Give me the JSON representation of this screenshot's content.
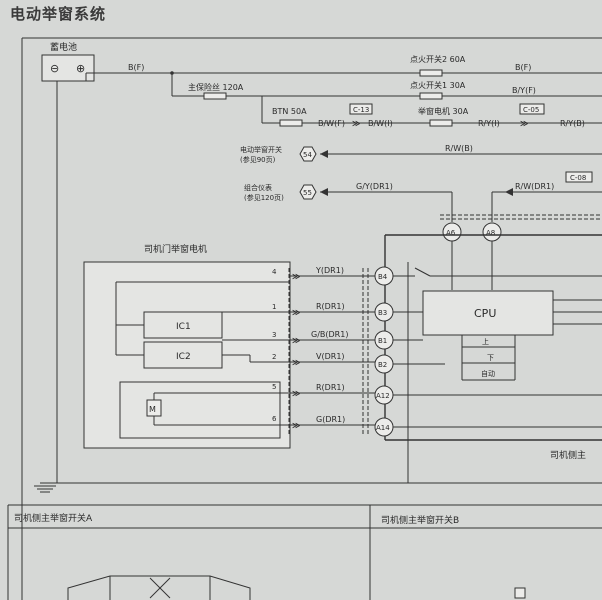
{
  "title": "电动举窗系统",
  "battery": {
    "label": "蓄电池",
    "neg": "⊖",
    "pos": "⊕"
  },
  "fuses": {
    "main": "主保险丝 120A",
    "ign2": "点火开关2 60A",
    "ign1": "点火开关1 30A",
    "btn": "BTN 50A",
    "motor": "举窗电机 30A"
  },
  "wires": {
    "bf1": "B(F)",
    "bf2": "B(F)",
    "by_f": "B/Y(F)",
    "bw_f": "B/W(F)",
    "bw_i": "B/W(I)",
    "ry_i": "R/Y(I)",
    "ry_b": "R/Y(B)",
    "rw_b": "R/W(B)",
    "gy_dr1": "G/Y(DR1)",
    "rw_dr1": "R/W(DR1)",
    "y_dr1": "Y(DR1)",
    "r_dr1": "R(DR1)",
    "gb_dr1": "G/B(DR1)",
    "v_dr1": "V(DR1)",
    "r_dr1b": "R(DR1)",
    "g_dr1": "G(DR1)"
  },
  "connectors": {
    "c13": "C-13",
    "c05": "C-05",
    "c08": "C-08"
  },
  "refs": {
    "r54_num": "54",
    "r54_line1": "电动举窗开关",
    "r54_line2": "(参见90页)",
    "r55_num": "55",
    "r55_line1": "组合仪表",
    "r55_line2": "(参见120页)"
  },
  "motor_box": {
    "title": "司机门举窗电机",
    "ic1": "IC1",
    "ic2": "IC2",
    "motor_symbol": "M"
  },
  "pins": [
    "4",
    "1",
    "3",
    "2",
    "5",
    "6"
  ],
  "terminals": [
    "B4",
    "B3",
    "B1",
    "B2",
    "A12",
    "A14"
  ],
  "top_terminals": [
    "A6",
    "A8"
  ],
  "cpu": "CPU",
  "switch": {
    "up": "上",
    "down": "下",
    "auto": "自动"
  },
  "right_label": "司机侧主",
  "bottom": {
    "a": "司机侧主举窗开关A",
    "b": "司机侧主举窗开关B"
  }
}
